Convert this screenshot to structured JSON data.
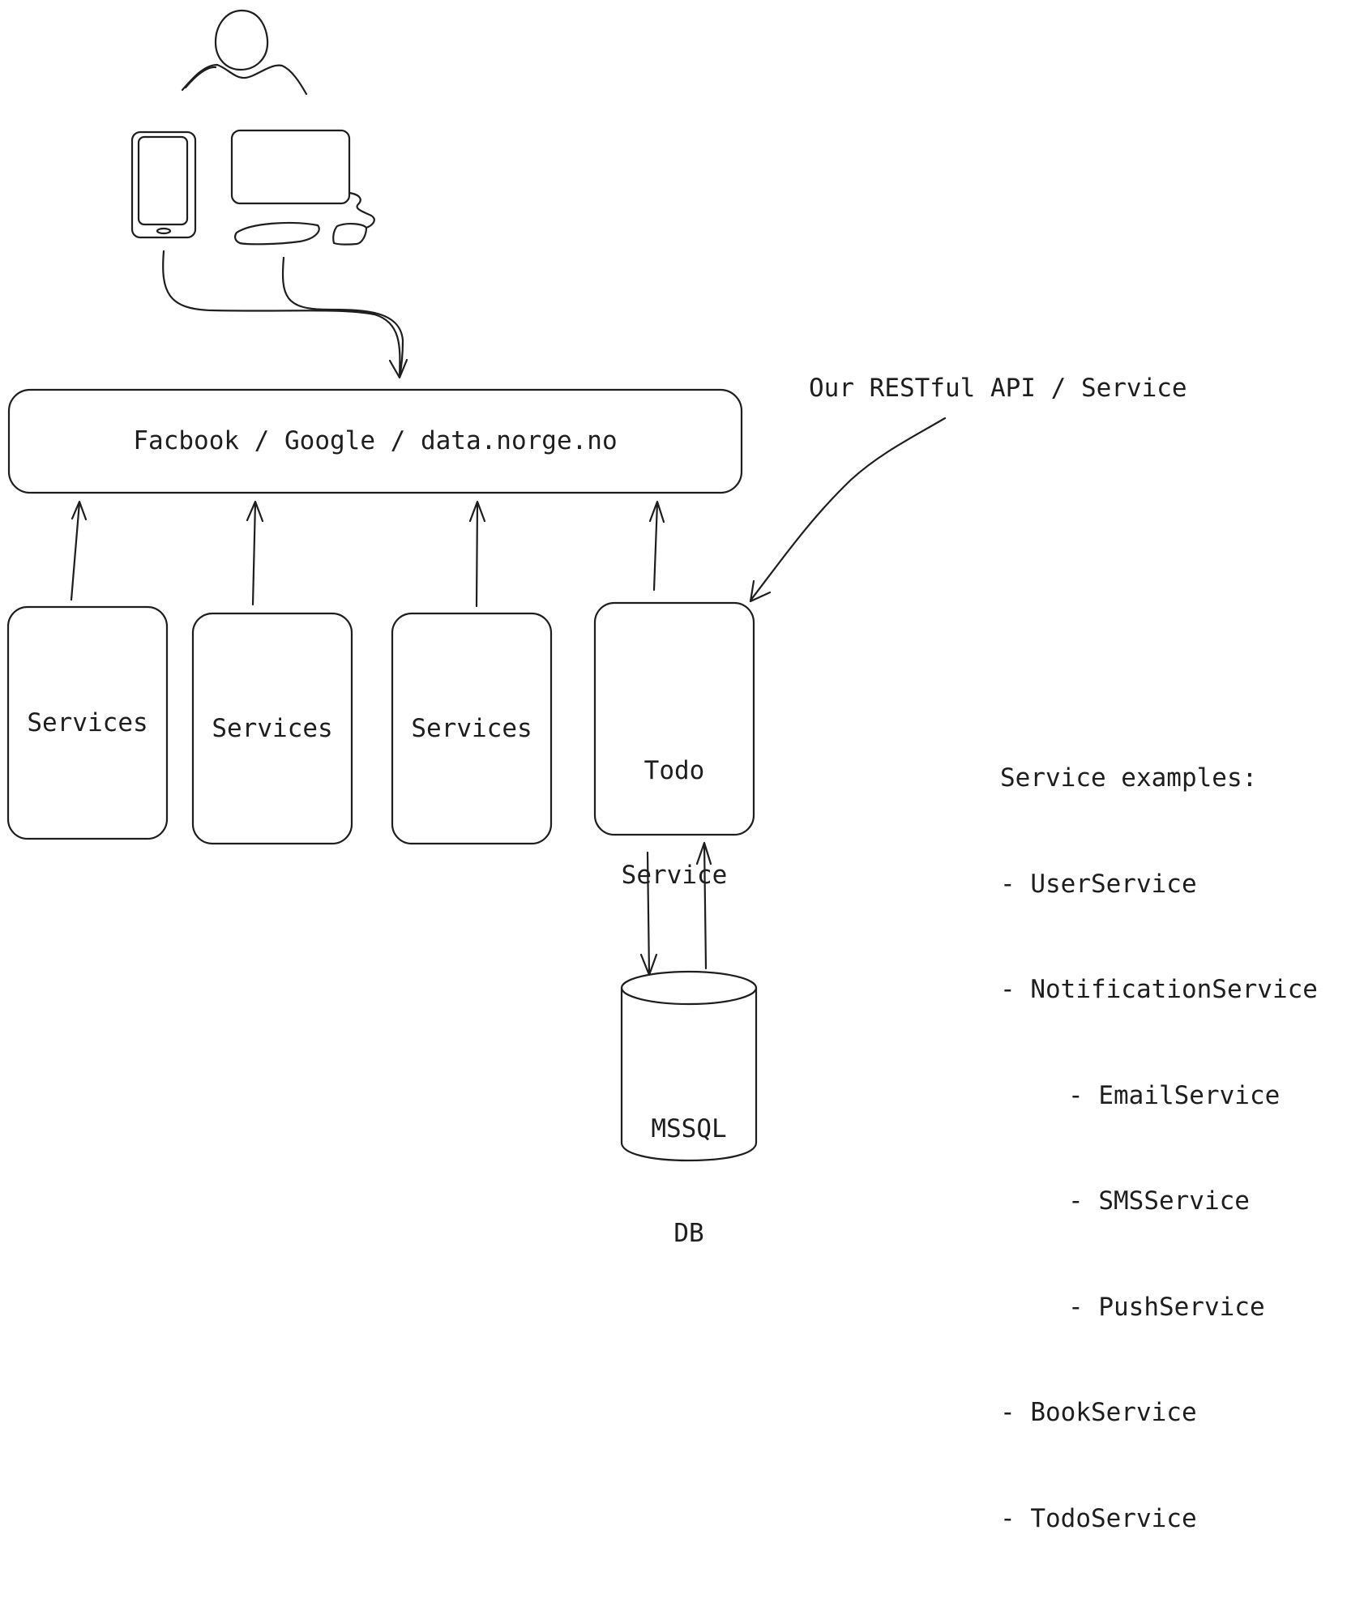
{
  "gateway": {
    "label": "Facbook / Google / data.norge.no"
  },
  "api_annotation": {
    "label": "Our RESTful API / Service"
  },
  "services": [
    {
      "label": "Services"
    },
    {
      "label": "Services"
    },
    {
      "label": "Services"
    }
  ],
  "todo_service": {
    "line1": "Todo",
    "line2": "Service"
  },
  "database": {
    "line1": "MSSQL",
    "line2": "DB"
  },
  "examples": {
    "heading": "Service examples:",
    "items": [
      {
        "text": "- UserService",
        "level": 1
      },
      {
        "text": "- NotificationService",
        "level": 1
      },
      {
        "text": "- EmailService",
        "level": 2
      },
      {
        "text": "- SMSService",
        "level": 2
      },
      {
        "text": "- PushService",
        "level": 2
      },
      {
        "text": "- BookService",
        "level": 1
      },
      {
        "text": "- TodoService",
        "level": 1
      }
    ]
  },
  "icons": [
    "user-icon",
    "mobile-phone-icon",
    "desktop-computer-icon"
  ],
  "colors": {
    "stroke": "#1e1e1e",
    "background": "#ffffff"
  }
}
